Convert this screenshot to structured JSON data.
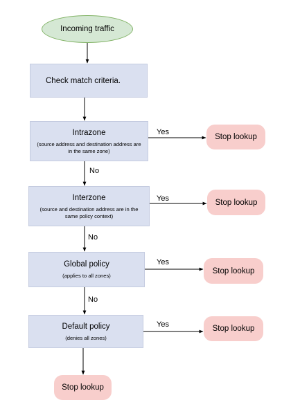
{
  "start": {
    "label": "Incoming traffic"
  },
  "steps": [
    {
      "title": "Check match criteria."
    },
    {
      "title": "Intrazone",
      "detail": "(source address and destination address are in the same zone)"
    },
    {
      "title": "Interzone",
      "detail": "(source and destination address are in the same policy context)"
    },
    {
      "title": "Global policy",
      "detail": "(applies to all zones)"
    },
    {
      "title": "Default policy",
      "detail": "(denies all zones)"
    }
  ],
  "stops": {
    "intrazone": "Stop lookup",
    "interzone": "Stop lookup",
    "global": "Stop lookup",
    "default": "Stop lookup",
    "final": "Stop lookup"
  },
  "edge_labels": {
    "yes_intrazone": "Yes",
    "no_intrazone": "No",
    "yes_interzone": "Yes",
    "no_interzone": "No",
    "yes_global": "Yes",
    "no_global": "No",
    "yes_default": "Yes"
  },
  "colors": {
    "start_fill": "#d5e8d4",
    "start_border": "#82b366",
    "process_fill": "#dae0f0",
    "stop_fill": "#f8cecc",
    "line": "#000000"
  }
}
